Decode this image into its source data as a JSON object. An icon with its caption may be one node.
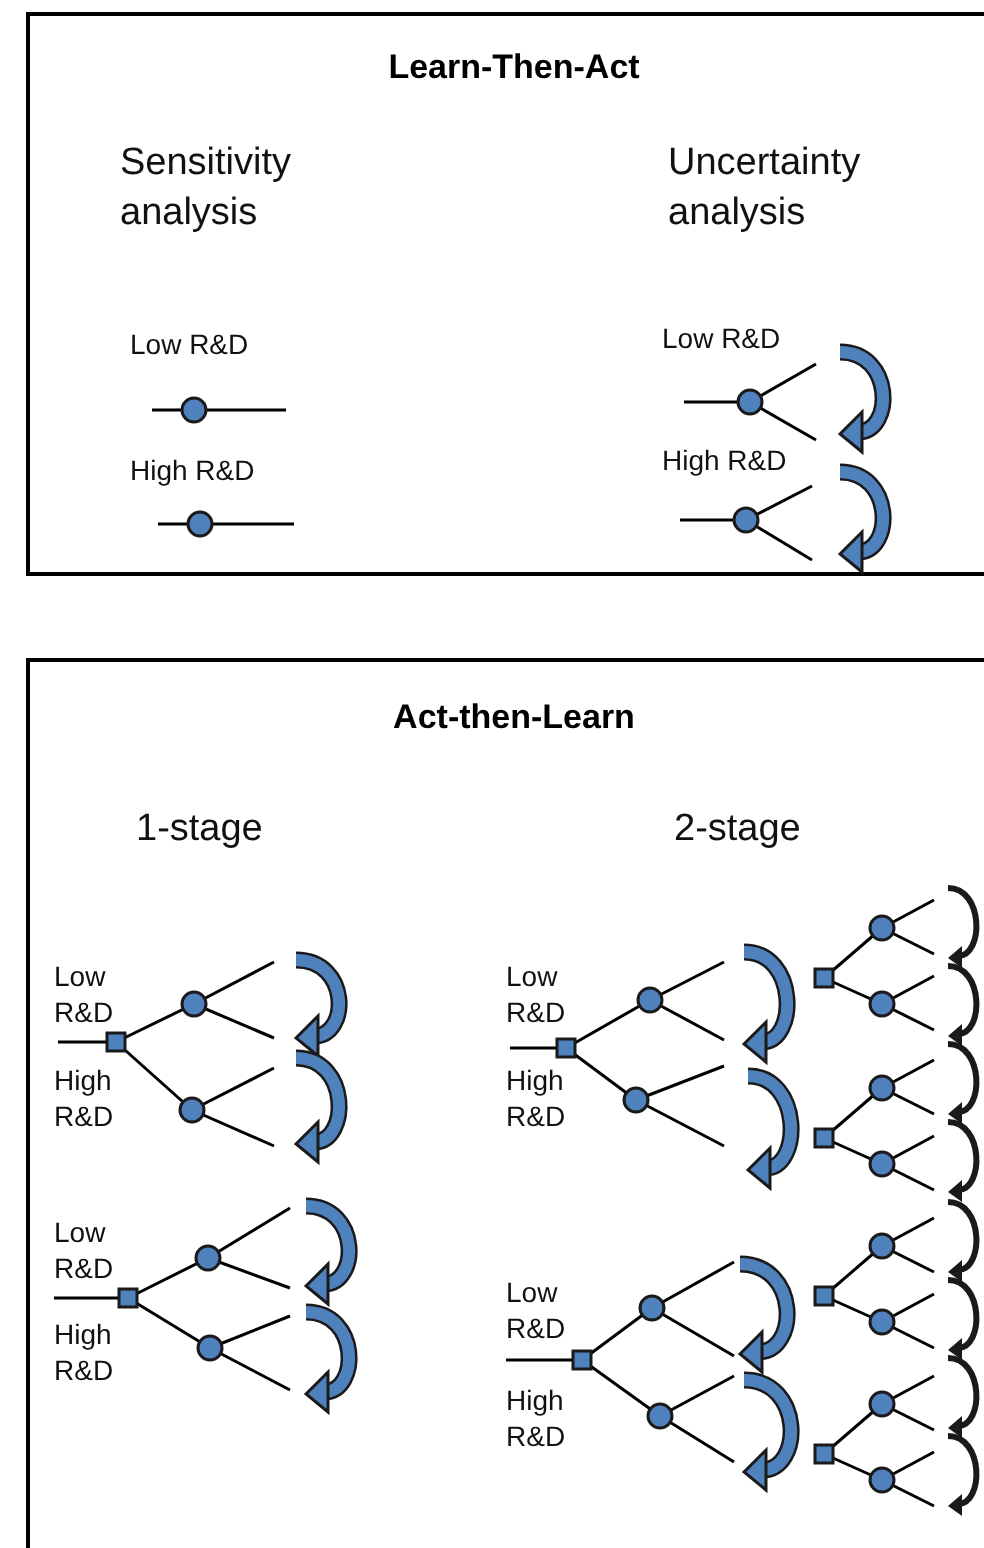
{
  "diagram": {
    "nodes": [
      {
        "text": [
          "Learn-Then-Act"
        ]
      },
      {
        "text": [
          "Act-then-Learn"
        ]
      }
    ],
    "labels": [
      "Sensitivity analysis",
      "Uncertainty analysis",
      "Low R&D",
      "Low R&D",
      "High R&D",
      "High R&D",
      "1-stage",
      "2-stage",
      "Low R&D",
      "Low R&D",
      "High R&D",
      "High R&D",
      "Low R&D",
      "Low R&D",
      "High R&D",
      "High R&D"
    ]
  }
}
